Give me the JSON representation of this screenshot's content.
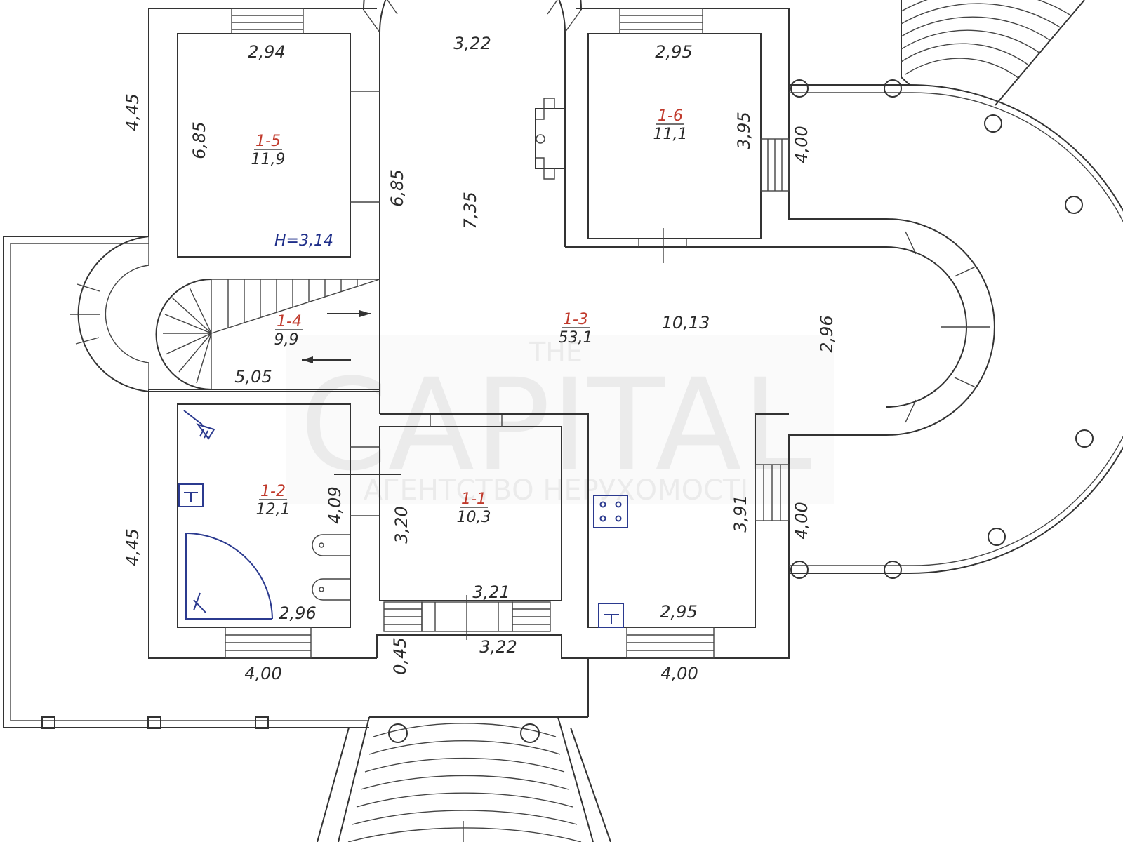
{
  "dimensions": {
    "d_294": "2,94",
    "d_322_top": "3,22",
    "d_295_top": "2,95",
    "d_445_top": "4,45",
    "d_685_left": "6,85",
    "d_685_mid": "6,85",
    "d_735": "7,35",
    "d_395": "3,95",
    "d_400_r1": "4,00",
    "d_1013": "10,13",
    "d_296_right": "2,96",
    "d_505": "5,05",
    "d_409": "4,09",
    "d_320": "3,20",
    "d_391": "3,91",
    "d_400_r2": "4,00",
    "d_445_bottom": "4,45",
    "d_296_bottom": "2,96",
    "d_321": "3,21",
    "d_295_bottom": "2,95",
    "d_045": "0,45",
    "d_322_bottom": "3,22",
    "d_400_bl": "4,00",
    "d_400_br": "4,00"
  },
  "rooms": {
    "r15": {
      "id": "1-5",
      "area": "11,9"
    },
    "r16": {
      "id": "1-6",
      "area": "11,1"
    },
    "r13": {
      "id": "1-3",
      "area": "53,1"
    },
    "r14": {
      "id": "1-4",
      "area": "9,9"
    },
    "r12": {
      "id": "1-2",
      "area": "12,1"
    },
    "r11": {
      "id": "1-1",
      "area": "10,3"
    }
  },
  "ceiling_height": "H=3,14",
  "watermark": {
    "top": "THE",
    "main": "CAPITAL",
    "sub": "АГЕНТСТВО НЕРУХОМОСТІ"
  }
}
